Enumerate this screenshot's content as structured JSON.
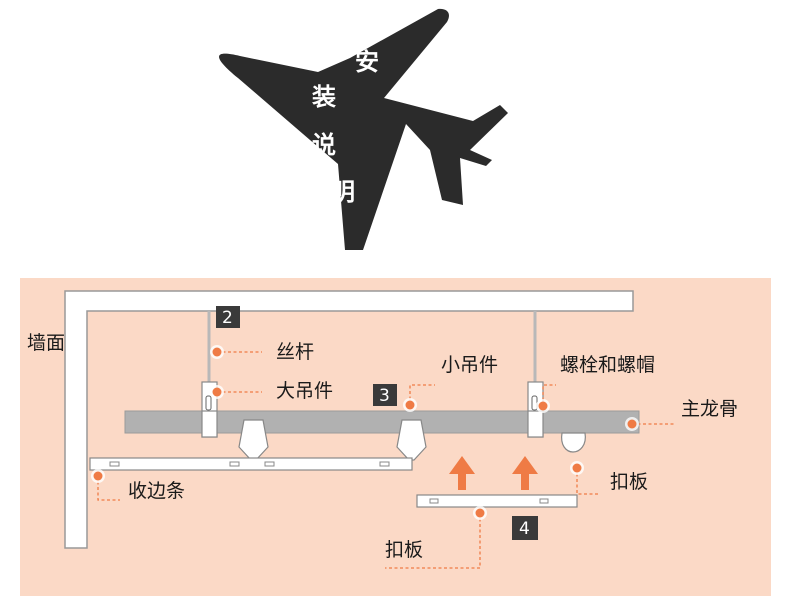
{
  "header": {
    "title_chars": [
      "安",
      "装",
      "说",
      "明"
    ]
  },
  "diagram": {
    "labels": {
      "wall": "墙面",
      "rod": "丝杆",
      "large_hanger": "大吊件",
      "small_hanger": "小吊件",
      "bolt_nut": "螺栓和螺帽",
      "main_keel": "主龙骨",
      "edge_strip": "收边条",
      "panel_right": "扣板",
      "panel_bottom": "扣板"
    },
    "steps": [
      "2",
      "3",
      "4"
    ]
  },
  "colors": {
    "background_panel": "#fbd9c6",
    "wall_fill": "#ffffff",
    "wall_stroke": "#999999",
    "keel_fill": "#b1b1b1",
    "marker": "#ef7b45",
    "arrow": "#ef7b45",
    "badge": "#3a3a3a",
    "plane": "#2b2b2b"
  }
}
